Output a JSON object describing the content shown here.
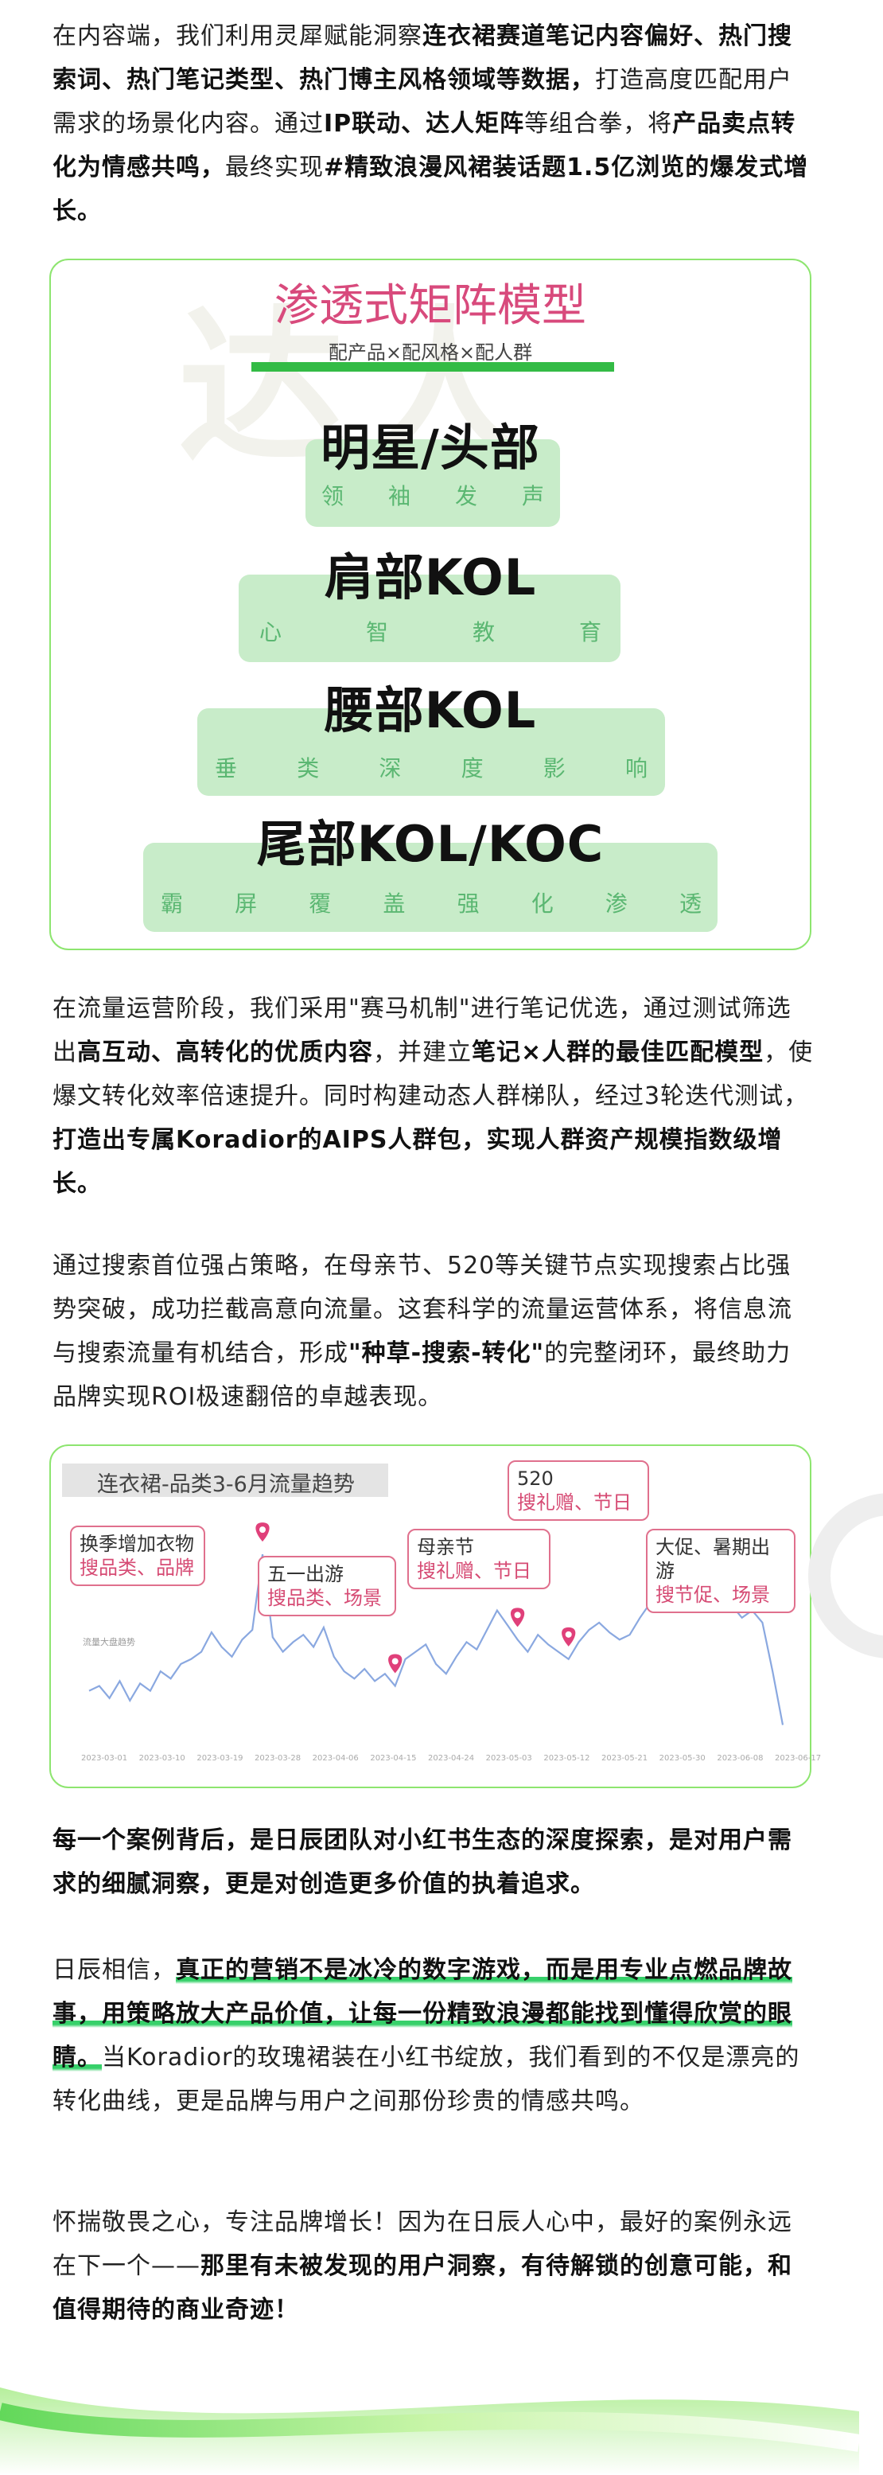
{
  "para1": {
    "a": "在内容端，我们利用灵犀赋能洞察",
    "b": "连衣裙赛道笔记内容偏好、热门搜索词、热门笔记类型、热门博主风格领域等数据，",
    "c": "打造高度匹配用户需求的场景化内容。通过",
    "d": "IP联动、达人矩阵",
    "e": "等组合拳，将",
    "f": "产品卖点转化为情感共鸣，",
    "g": "最终实现",
    "h": "#精致浪漫风裙装话题1.5亿浏览的爆发式增长。"
  },
  "pyramid": {
    "title": "渗透式矩阵模型",
    "subtitle": "配产品×配风格×配人群",
    "tiers": [
      {
        "name": "明星/头部",
        "desc": [
          "领",
          "袖",
          "发",
          "声"
        ]
      },
      {
        "name": "肩部KOL",
        "desc": [
          "心",
          "智",
          "教",
          "育"
        ]
      },
      {
        "name": "腰部KOL",
        "desc": [
          "垂",
          "类",
          "深",
          "度",
          "影",
          "响"
        ]
      },
      {
        "name": "尾部KOL/KOC",
        "desc": [
          "霸",
          "屏",
          "覆",
          "盖",
          "强",
          "化",
          "渗",
          "透"
        ]
      }
    ]
  },
  "para2": {
    "a": "在流量运营阶段，我们采用\"赛马机制\"进行笔记优选，通过测试筛选出",
    "b": "高互动、高转化的优质内容",
    "c": "，并建立",
    "d": "笔记×人群的最佳匹配模型",
    "e": "，使爆文转化效率倍速提升。同时构建动态人群梯队，经过3轮迭代测试，",
    "f": "打造出专属Koradior的AIPS人群包，实现人群资产规模指数级增长。"
  },
  "para3": {
    "a": "通过搜索首位强占策略，在母亲节、520等关键节点实现搜索占比强势突破，成功拦截高意向流量。这套科学的流量运营体系，将信息流与搜索流量有机结合，形成",
    "b": "\"种草-搜索-转化\"",
    "c": "的完整闭环，最终助力品牌实现ROI极速翻倍的卓越表现。"
  },
  "chart_data": {
    "type": "line",
    "title": "连衣裙-品类3-6月流量趋势",
    "inner_label": "流量大盘趋势",
    "x_ticks": [
      "2023-03-01",
      "2023-03-10",
      "2023-03-19",
      "2023-03-28",
      "2023-04-06",
      "2023-04-15",
      "2023-04-24",
      "2023-05-03",
      "2023-05-12",
      "2023-05-21",
      "2023-05-30",
      "2023-06-08",
      "2023-06-17"
    ],
    "series": [
      {
        "values": [
          22,
          24,
          19,
          26,
          18,
          25,
          22,
          30,
          27,
          33,
          35,
          38,
          46,
          40,
          36,
          43,
          47,
          78,
          44,
          38,
          42,
          45,
          40,
          48,
          36,
          30,
          27,
          31,
          26,
          29,
          24,
          35,
          38,
          41,
          33,
          29,
          36,
          42,
          39,
          47,
          55,
          49,
          43,
          38,
          45,
          41,
          38,
          35,
          42,
          47,
          50,
          46,
          43,
          45,
          52,
          58,
          63,
          59,
          55,
          61,
          66,
          64,
          60,
          57,
          52,
          55,
          50,
          30,
          8
        ]
      }
    ],
    "annotations": [
      {
        "title": "换季增加衣物",
        "detail": "搜品类、品牌"
      },
      {
        "title": "五一出游",
        "detail": "搜品类、场景"
      },
      {
        "title": "母亲节",
        "detail": "搜礼赠、节日"
      },
      {
        "title": "520",
        "detail": "搜礼赠、节日"
      },
      {
        "title": "大促、暑期出游",
        "detail": "搜节促、场景"
      }
    ],
    "line_color": "#8aa8e0",
    "marker_color": "#e0407a"
  },
  "para4": {
    "a": "每一个案例背后，是日辰团队对小红书生态的深度探索，是对用户需求的细腻洞察，更是对创造更多价值的执着追求。"
  },
  "para5": {
    "a": "日辰相信，",
    "b": "真正的营销不是冰冷的数字游戏，而是用专业点燃品牌故事，用策略放大产品价值，让每一份精致浪漫都能找到懂得欣赏的眼睛。",
    "c": "当Koradior的玫瑰裙装在小红书绽放，我们看到的不仅是漂亮的转化曲线，更是品牌与用户之间那份珍贵的情感共鸣。"
  },
  "para6": {
    "a": "怀揣敬畏之心，专注品牌增长！因为在日辰人心中，最好的案例永远在下一个——",
    "b": "那里有未被发现的用户洞察，有待解锁的创意可能，和值得期待的商业奇迹！"
  },
  "colors": {
    "accent_green": "#37d06a",
    "card_border": "#8de56f",
    "pyramid_title": "#d84a7c"
  }
}
